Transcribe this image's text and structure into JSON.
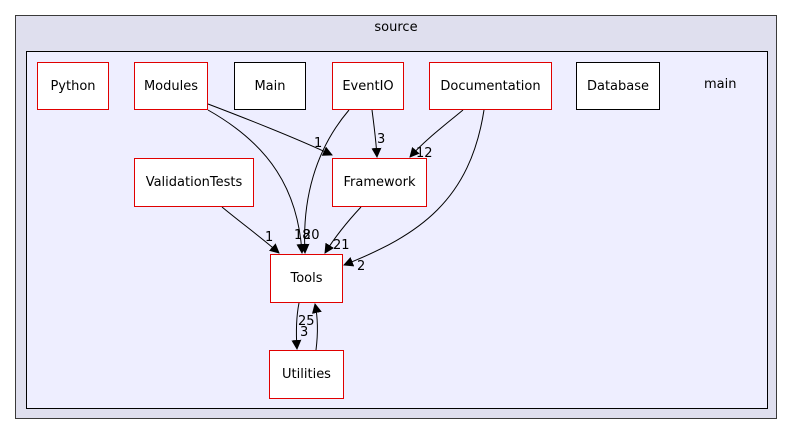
{
  "cluster_outer": {
    "label": "source"
  },
  "cluster_inner": {
    "label": "main"
  },
  "nodes": {
    "python": "Python",
    "modules": "Modules",
    "main": "Main",
    "eventio": "EventIO",
    "documentation": "Documentation",
    "database": "Database",
    "validationtests": "ValidationTests",
    "framework": "Framework",
    "tools": "Tools",
    "utilities": "Utilities"
  },
  "edge_labels": {
    "modules_framework": "1",
    "eventio_framework": "3",
    "documentation_framework": "12",
    "modules_tools": "18",
    "eventio_tools": "20",
    "validationtests_tools": "1",
    "framework_tools": "21",
    "documentation_tools": "2",
    "tools_utilities": "3",
    "utilities_tools": "25"
  },
  "colors": {
    "edge": "#000000",
    "node_border_red": "#e00000",
    "node_border_black": "#000000"
  }
}
